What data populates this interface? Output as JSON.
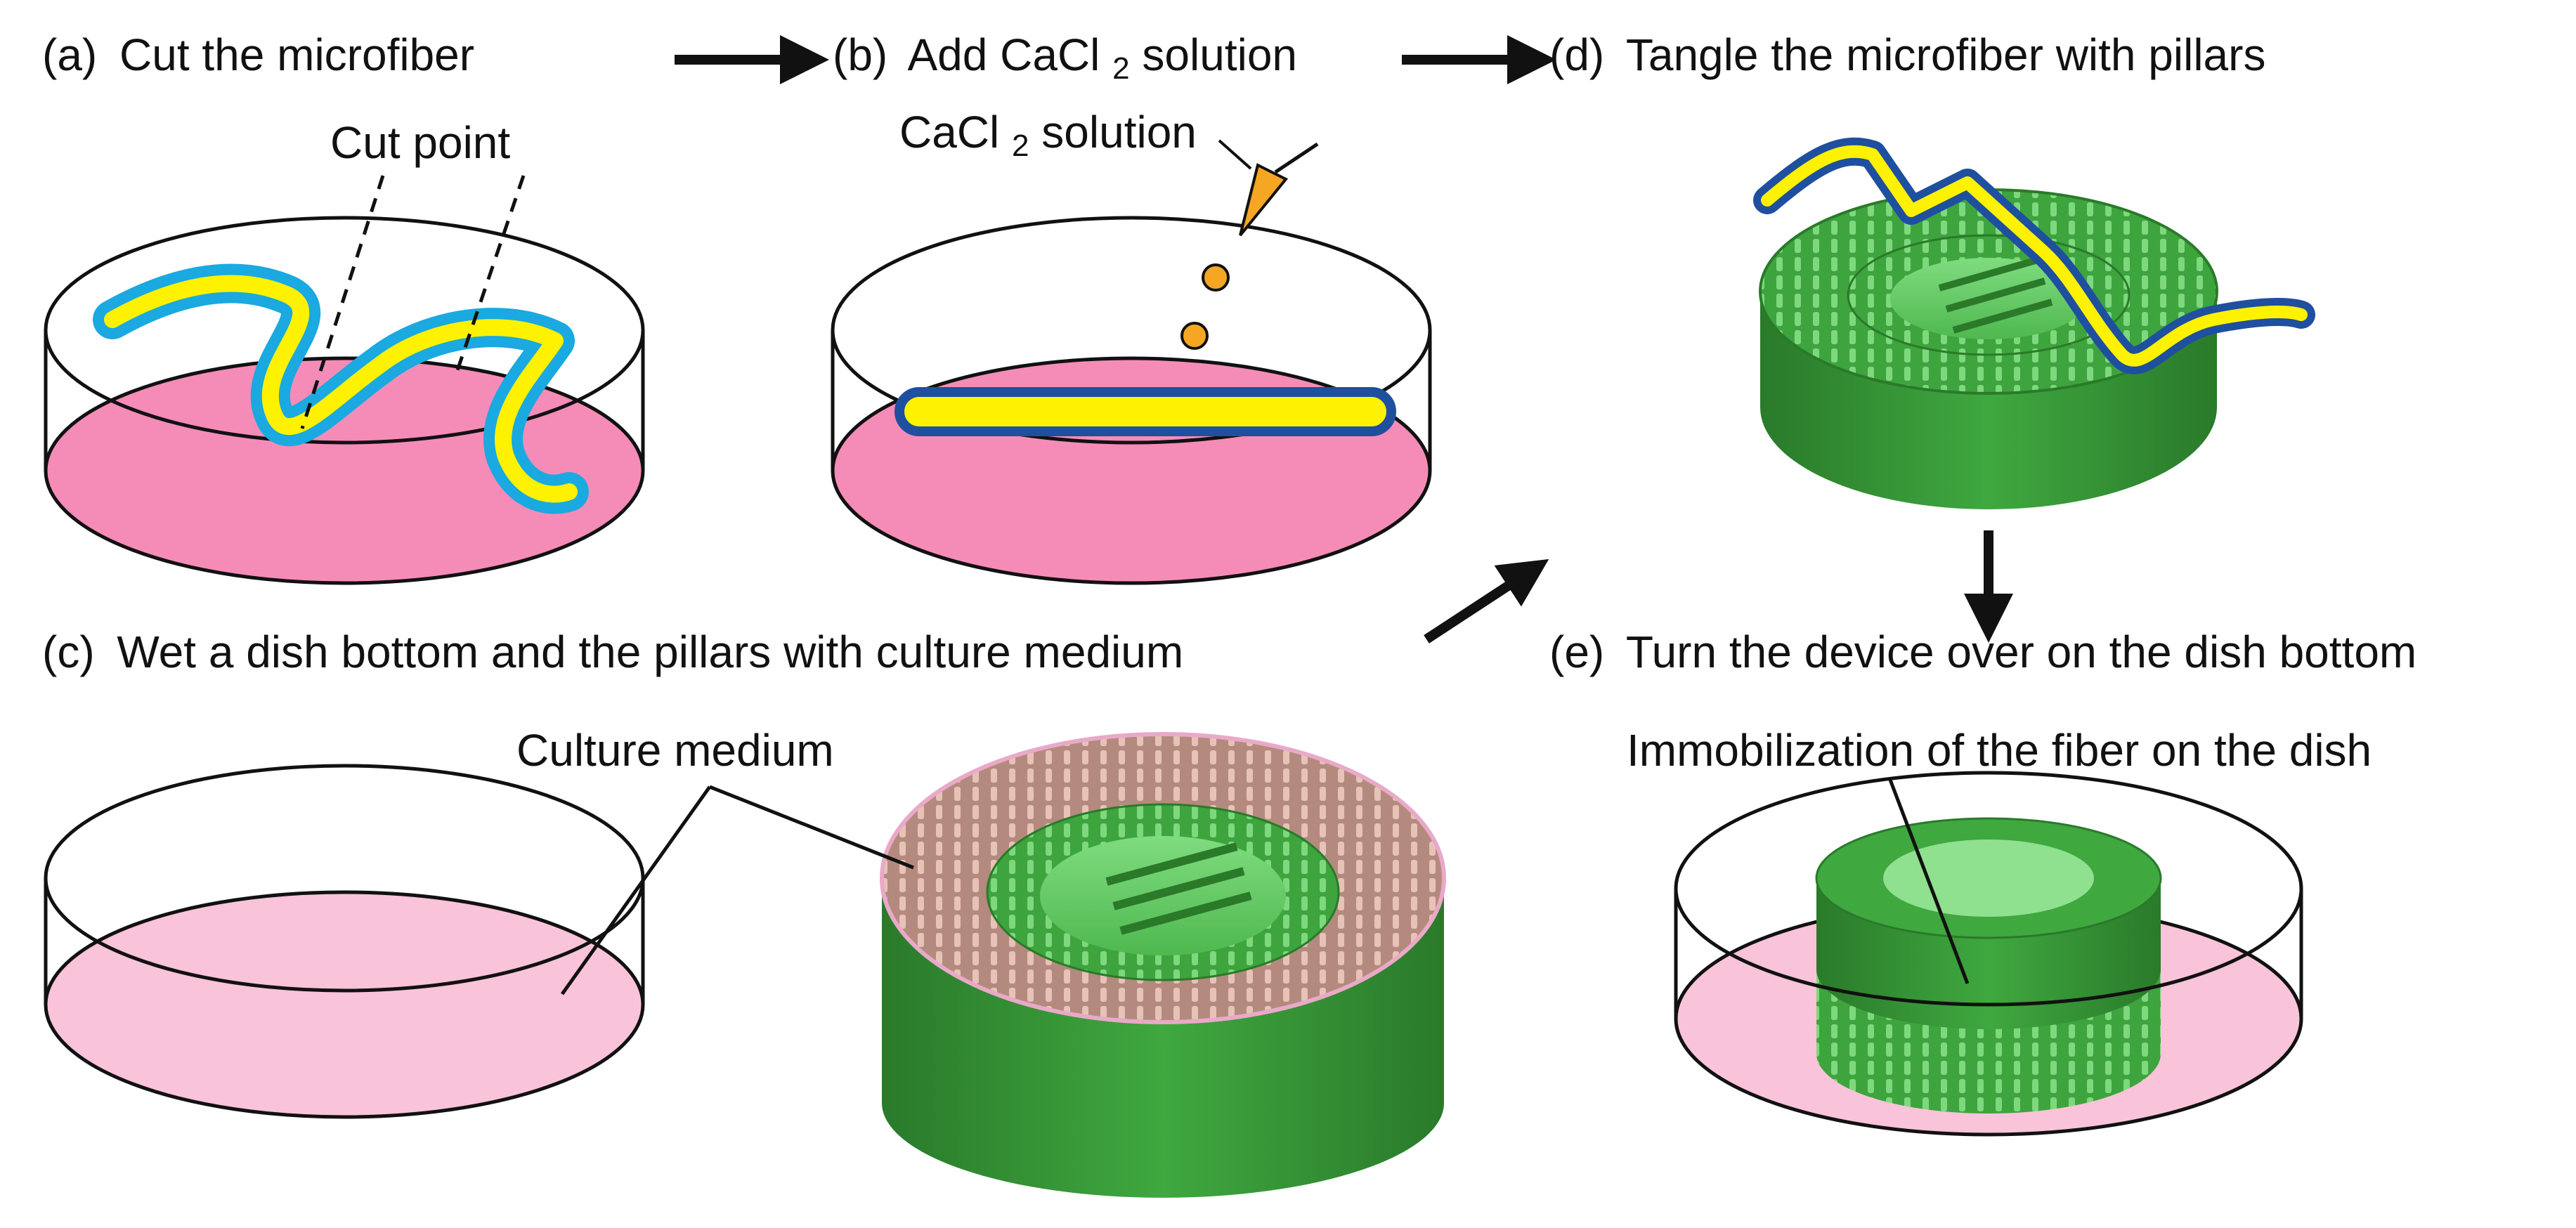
{
  "steps": {
    "a": {
      "letter": "(a)",
      "text": "Cut the microfiber"
    },
    "b": {
      "letter": "(b)",
      "text_before": "Add CaCl",
      "subscript": "2",
      "text_after": " solution"
    },
    "c": {
      "letter": "(c)",
      "text": "Wet a dish bottom and the pillars with culture medium"
    },
    "d": {
      "letter": "(d)",
      "text": "Tangle the microfiber with pillars"
    },
    "e": {
      "letter": "(e)",
      "text": "Turn the device over on the dish bottom"
    }
  },
  "labels": {
    "cut_point": "Cut point",
    "cacl2_before": "CaCl",
    "cacl2_sub": "2",
    "cacl2_after": " solution",
    "culture_medium": "Culture medium",
    "immobilization": "Immobilization of the fiber on the dish"
  },
  "colors": {
    "dish_medium_dark": "#f58cb8",
    "dish_medium_light": "#f9c3da",
    "fiber_core": "#fff200",
    "fiber_sheath_light": "#1aa9e0",
    "fiber_sheath_dark": "#1f4f9f",
    "device_dark_green": "#2e8b2e",
    "device_light_green": "#5cc65c",
    "wet_pillars": "#d6a79a",
    "droplet_orange": "#f5a623"
  }
}
